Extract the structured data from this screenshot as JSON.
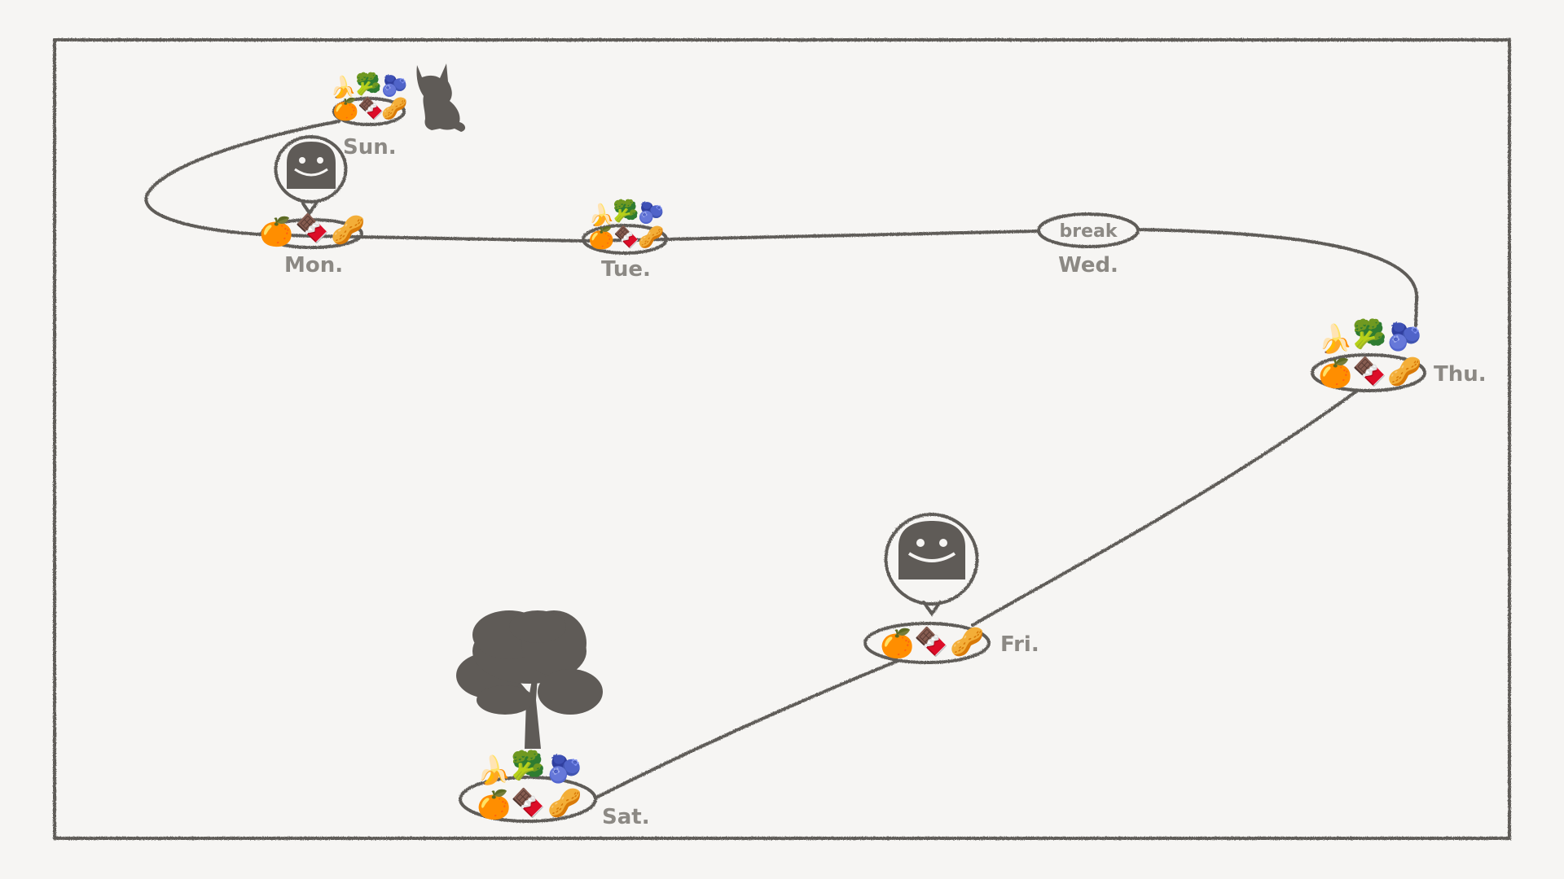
{
  "colors": {
    "background": "#f6f5f3",
    "stroke": "#5f5c58",
    "label": "#8c8984",
    "silhouette": "#5f5b57"
  },
  "foods": {
    "banana": "🍌",
    "broccoli": "🥦",
    "blueberries": "🫐",
    "orange": "🍊",
    "chocolate": "🍫",
    "peanuts": "🥜"
  },
  "days": {
    "sun": {
      "label": "Sun.",
      "extra": "cat-icon"
    },
    "mon": {
      "label": "Mon.",
      "extra": "ghost-speech-bubble"
    },
    "tue": {
      "label": "Tue."
    },
    "wed": {
      "label": "Wed.",
      "note": "break"
    },
    "thu": {
      "label": "Thu."
    },
    "fri": {
      "label": "Fri.",
      "extra": "ghost-speech-bubble"
    },
    "sat": {
      "label": "Sat.",
      "extra": "tree-icon"
    }
  }
}
